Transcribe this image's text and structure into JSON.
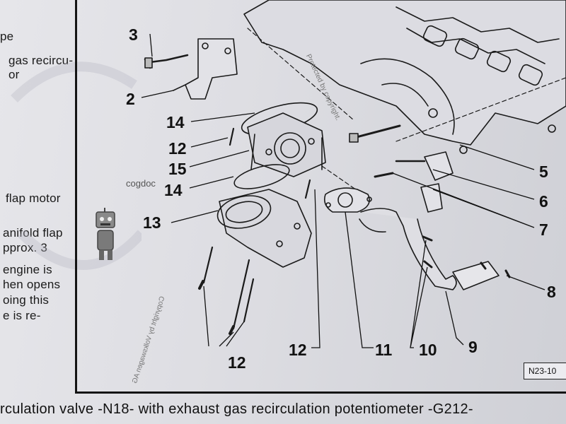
{
  "left_column": {
    "lines": [
      "pe",
      "gas recircu-",
      "or",
      "flap motor",
      "anifold flap",
      "pprox. 3",
      "engine is",
      "hen opens",
      "oing this",
      "e is re-"
    ]
  },
  "diagram": {
    "callouts": [
      "3",
      "2",
      "14",
      "12",
      "15",
      "14",
      "13",
      "12",
      "12",
      "11",
      "10",
      "9",
      "5",
      "6",
      "7",
      "8"
    ],
    "watermark": "cogdoc",
    "copyright_top": "Protected by copyright.",
    "copyright_side": "Copyright by Volkswagen AG",
    "reference": "N23-10"
  },
  "caption": "rculation valve -N18- with exhaust gas recirculation potentiometer -G212-"
}
